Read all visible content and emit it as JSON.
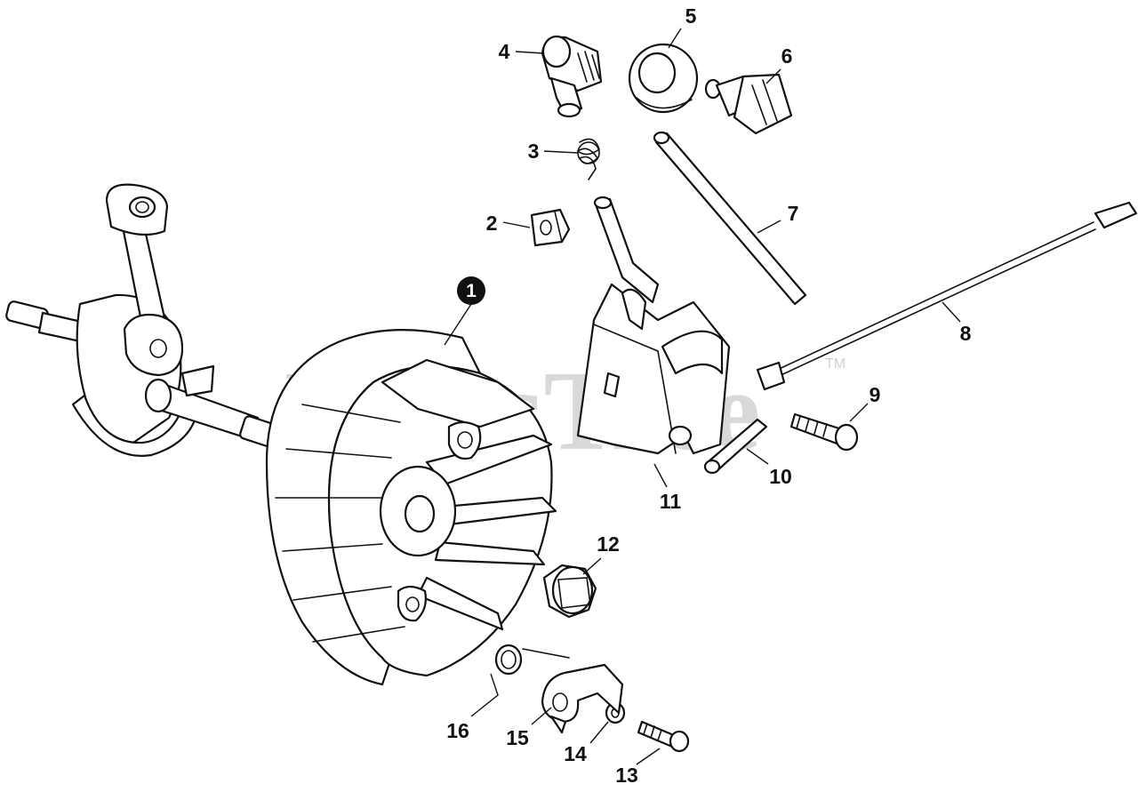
{
  "watermark": {
    "text": "PartsTree",
    "trademark": "TM",
    "color": "#d9d9d9"
  },
  "callouts": {
    "c1": "1",
    "c2": "2",
    "c3": "3",
    "c4": "4",
    "c5": "5",
    "c6": "6",
    "c7": "7",
    "c8": "8",
    "c9": "9",
    "c10": "10",
    "c11": "11",
    "c12": "12",
    "c13": "13",
    "c14": "14",
    "c15": "15",
    "c16": "16"
  },
  "colors": {
    "line": "#111111",
    "background": "#ffffff",
    "badge": "#111111"
  }
}
